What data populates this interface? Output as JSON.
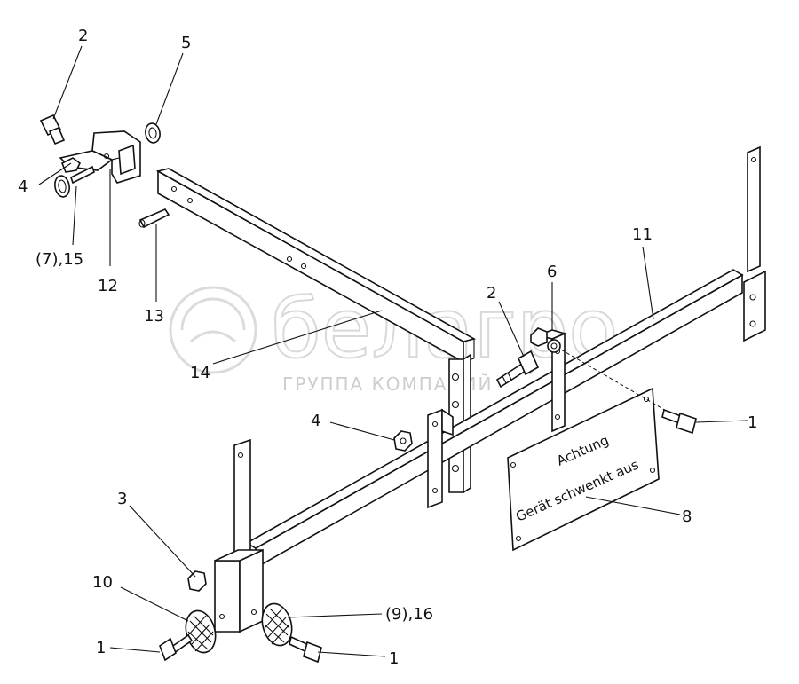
{
  "callouts": {
    "c1_top_right": "1",
    "c1_bottom_left": "1",
    "c1_bottom_right": "1",
    "c2_top_left": "2",
    "c2_middle": "2",
    "c3": "3",
    "c4_top_left": "4",
    "c4_middle": "4",
    "c5": "5",
    "c6": "6",
    "c7_15": "(7),15",
    "c8": "8",
    "c9_16": "(9),16",
    "c10": "10",
    "c11": "11",
    "c12": "12",
    "c13": "13",
    "c14": "14"
  },
  "plate": {
    "line1": "Achtung",
    "line2": "Gerät schwenkt aus"
  },
  "watermark": {
    "logo": "белагро",
    "subtitle": "ГРУППА КОМПАНИЙ"
  }
}
